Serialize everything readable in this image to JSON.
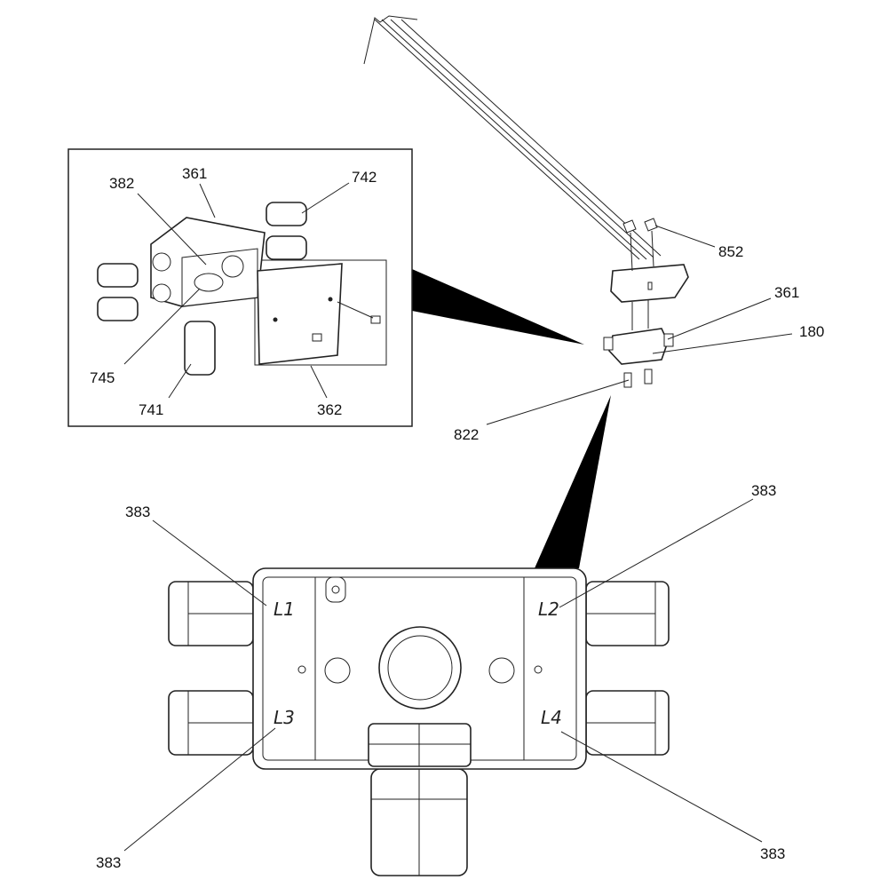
{
  "callouts": {
    "inset_361": "361",
    "inset_382": "382",
    "inset_742": "742",
    "inset_745": "745",
    "inset_741": "741",
    "inset_362": "362",
    "assy_852": "852",
    "assy_361": "361",
    "assy_180": "180",
    "assy_822": "822",
    "detail_383_tl": "383",
    "detail_383_tr": "383",
    "detail_383_bl": "383",
    "detail_383_br": "383"
  },
  "port_labels": {
    "l1": "L1",
    "l2": "L2",
    "l3": "L3",
    "l4": "L4"
  }
}
